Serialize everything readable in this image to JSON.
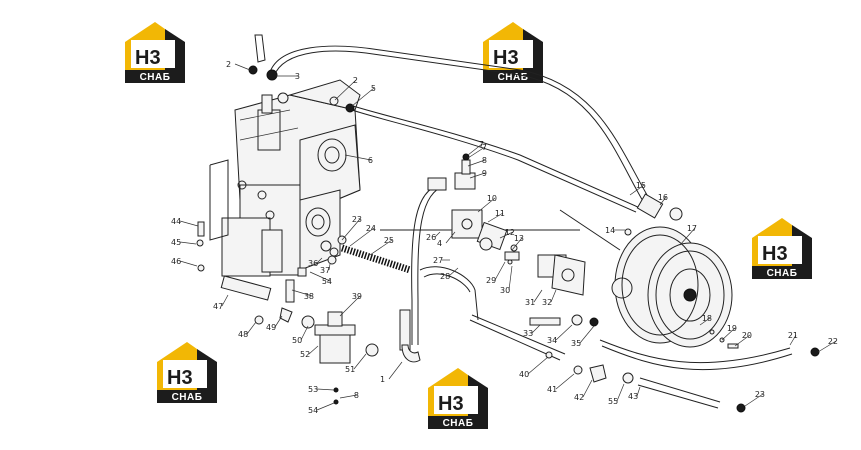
{
  "logo": {
    "mark": "H3",
    "text": "CHAБ"
  },
  "labels": [
    "1",
    "2",
    "3",
    "4",
    "5",
    "6",
    "7",
    "8",
    "9",
    "10",
    "11",
    "12",
    "13",
    "14",
    "15",
    "16",
    "17",
    "18",
    "19",
    "20",
    "21",
    "22",
    "23",
    "24",
    "25",
    "26",
    "27",
    "28",
    "29",
    "30",
    "31",
    "32",
    "33",
    "34",
    "35",
    "36",
    "37",
    "38",
    "39",
    "40",
    "41",
    "42",
    "43",
    "44",
    "45",
    "46",
    "47",
    "48",
    "49",
    "50",
    "51",
    "52",
    "53",
    "54",
    "55"
  ]
}
